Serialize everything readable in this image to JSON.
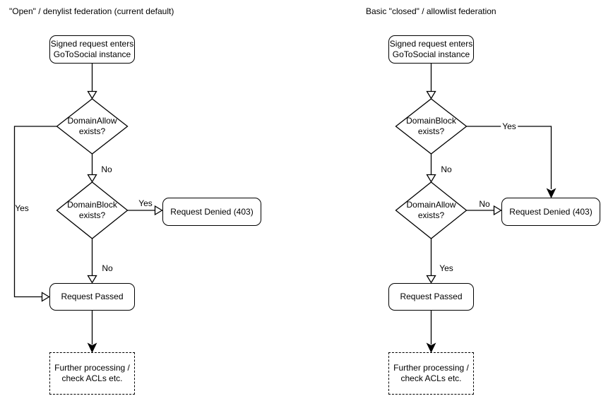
{
  "canvas": {
    "background": "#ffffff",
    "stroke_color": "#000000",
    "text_color": "#000000"
  },
  "left_chart": {
    "title": "\"Open\" / denylist federation (current default)",
    "nodes": {
      "start": {
        "line1": "Signed request enters",
        "line2": "GoToSocial instance"
      },
      "domain_allow": {
        "line1": "DomainAllow",
        "line2": "exists?"
      },
      "domain_block": {
        "line1": "DomainBlock",
        "line2": "exists?"
      },
      "denied": {
        "label": "Request Denied (403)"
      },
      "passed": {
        "label": "Request Passed"
      },
      "further": {
        "line1": "Further processing /",
        "line2": "check ACLs etc."
      }
    },
    "edge_labels": {
      "allow_no": "No",
      "allow_yes": "Yes",
      "block_yes": "Yes",
      "block_no": "No"
    }
  },
  "right_chart": {
    "title": "Basic \"closed\" / allowlist federation",
    "nodes": {
      "start": {
        "line1": "Signed request enters",
        "line2": "GoToSocial instance"
      },
      "domain_block": {
        "line1": "DomainBlock",
        "line2": "exists?"
      },
      "domain_allow": {
        "line1": "DomainAllow",
        "line2": "exists?"
      },
      "denied": {
        "label": "Request Denied (403)"
      },
      "passed": {
        "label": "Request Passed"
      },
      "further": {
        "line1": "Further processing /",
        "line2": "check ACLs etc."
      }
    },
    "edge_labels": {
      "block_yes": "Yes",
      "block_no": "No",
      "allow_no": "No",
      "allow_yes": "Yes"
    }
  }
}
